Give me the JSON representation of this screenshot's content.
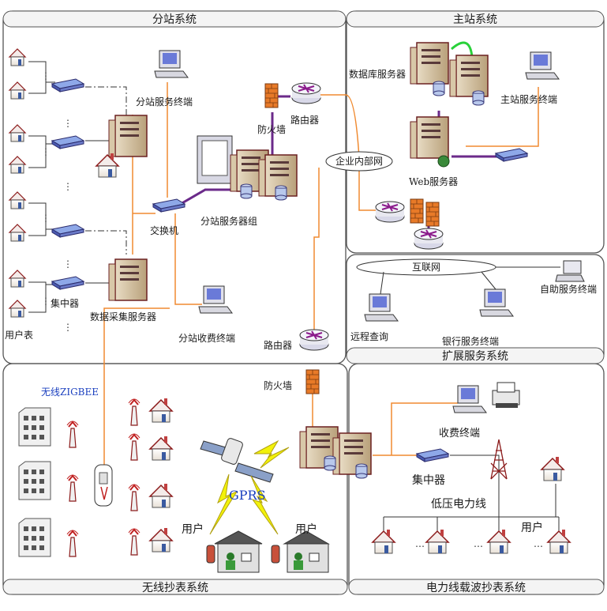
{
  "panels": {
    "branch": "分站系统",
    "main": "主站系统",
    "ext": "扩展服务系统",
    "wireless": "无线抄表系统",
    "plc": "电力线载波抄表系统"
  },
  "labels": {
    "branch_terminal": "分站服务终端",
    "firewall_top": "防火墙",
    "router_top": "路由器",
    "db_servers": "数据库服务器",
    "main_terminal": "主站服务终端",
    "intranet": "企业内部网",
    "web_server": "Web服务器",
    "switch": "交换机",
    "server_group": "分站服务器组",
    "concentrator": "集中器",
    "user_meter": "用户表",
    "collect_server": "数据采集服务器",
    "fee_terminal": "分站收费终端",
    "internet": "互联网",
    "self_service": "自助服务终端",
    "remote_query": "远程查询",
    "bank_terminal": "银行服务终端",
    "router_mid": "路由器",
    "firewall_mid": "防火墙",
    "zigbee": "无线ZIGBEE",
    "gprs": "GPRS",
    "user_a": "用户",
    "user_b": "用户",
    "charge_terminal": "收费终端",
    "plc_concentrator": "集中器",
    "low_voltage": "低压电力线",
    "plc_user": "用户"
  },
  "colors": {
    "orange": "#f08a30",
    "purple": "#6b2a8a",
    "green": "#29d13a",
    "panel_border": "#555555",
    "gprs_bolt": "#f2f20a",
    "zigbee_text": "#1a3fbf"
  }
}
